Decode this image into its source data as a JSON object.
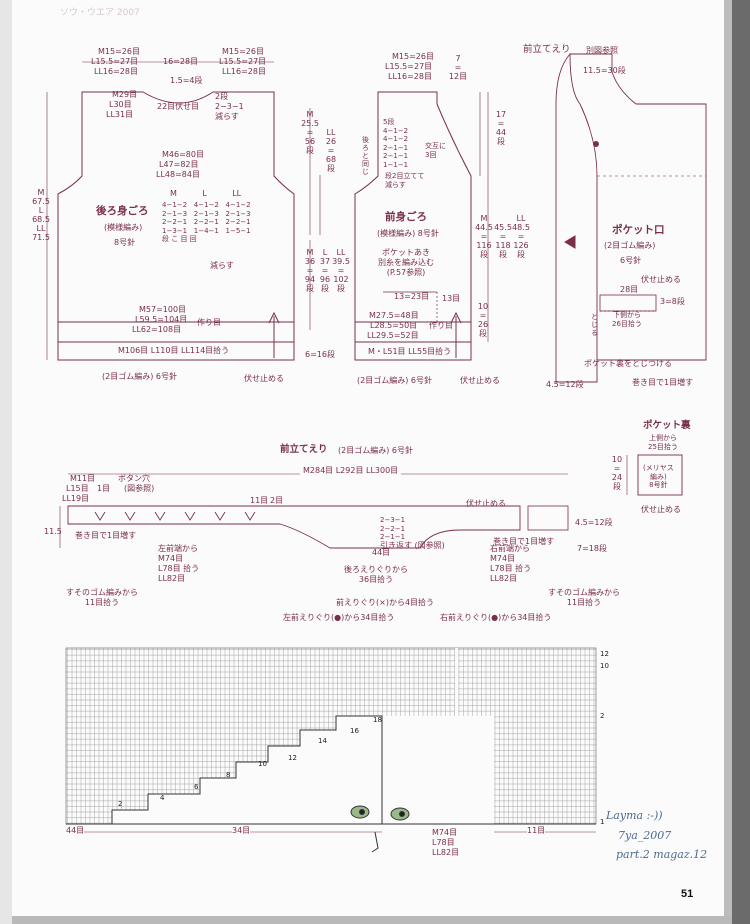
{
  "header_strip": "ソウ・ウエア 2007",
  "back_body": {
    "top_left_m": "M15=26目",
    "top_left_l": "L15.5=27目",
    "top_left_ll": "LL16=28目",
    "top_center": "16=28目",
    "top_right_m": "M15=26目",
    "top_right_l": "L15.5=27目",
    "top_right_ll": "LL16=28目",
    "neck_rows": "1.5=4段",
    "neck_m": "M29目",
    "neck_l": "L30目",
    "neck_ll": "LL31目",
    "neck_bindoff": "22目伏せ目",
    "neck_dec": "2段\n2−3−1\n減らす",
    "chest_m": "M46=80目",
    "chest_l": "L47=82目",
    "chest_ll": "LL48=84目",
    "title": "後ろ身ごろ",
    "pattern": "(模様編み)",
    "needle": "8号針",
    "dec_hdr": "M          L          LL",
    "dec_rows": "4−1−2   4−1−2   4−1−2\n2−1−3   2−1−3   2−1−3\n2−2−1   2−2−1   2−2−1\n1−3−1   1−4−1   1−5−1\n段 こ 目 回",
    "dec_note": "減らす",
    "hem_m": "M57=100目",
    "hem_l": "L59.5=104目",
    "hem_ll": "LL62=108目",
    "make": "作り目",
    "pickup": "M106目 L110目 LL114目拾う",
    "rib": "(2目ゴム編み) 6号針",
    "bindoff": "伏せ止める",
    "height_left": "M\n67.5\nL\n68.5\nLL\n71.5",
    "armhole_m": "M\n25.5\n=\n56\n段",
    "armhole_ll": "LL\n26\n=\n68\n段",
    "side_m": "M\n36\n=\n94\n段",
    "side_l": "L\n37\n=\n96\n段",
    "side_ll": "LL\n39.5\n=\n102\n段",
    "rib_h": "6=16段"
  },
  "front_body": {
    "top_m": "M15=26目",
    "top_l": "L15.5=27目",
    "top_ll": "LL16=28目",
    "top_rows": "7\n=\n12目",
    "neck_note": "5段\n4−1−2\n4−1−2\n2−1−1\n2−1−1\n1−1−1",
    "neck_cross": "交互に\n3回",
    "back_same": "後ろと同じ",
    "neck_lines": "段2目立てて\n減らす",
    "title": "前身ごろ",
    "pattern": "(模様編み) 8号針",
    "pocket": "ポケットあき\n別糸を編み込む\n(P.57参照)",
    "pocket_w": "13=23目",
    "pocket_r": "13目",
    "hem_m": "M27.5=48目",
    "hem_l": "L28.5=50目",
    "hem_ll": "LL29.5=52目",
    "make": "作り目",
    "pickup": "M・L51目 LL55目拾う",
    "rib": "(2目ゴム編み) 6号針",
    "bindoff": "伏せ止める",
    "h17": "17\n=\n44\n段",
    "h_m": "M\n44.5\n=\n116\n段",
    "h_l": "45.5\n=\n118\n段",
    "h_ll": "LL\n48.5\n=\n126\n段",
    "h10": "10\n=\n26\n段"
  },
  "front_band_piece": {
    "title": "前立てえり",
    "ref": "別図参照",
    "rows": "11.5=30段",
    "pocket_title": "ポケット口",
    "pocket_sub": "(2目ゴム編み)",
    "needle": "6号針",
    "bindoff": "伏せ止める",
    "p28": "28目",
    "p_right": "3=8段",
    "pickup_lower": "下側から\n26目拾う",
    "p_make": "とじる",
    "p_back": "ポケット裏をとじつける",
    "p_bottom": "4.5=12段",
    "p_roll": "巻き目で1目増す"
  },
  "pocket_back": {
    "title": "ポケット裏",
    "top": "上側から\n25目拾う",
    "h": "10\n=\n24\n段",
    "body": "(メリヤス\n編み)\n8号針",
    "bindoff": "伏せ止める"
  },
  "band": {
    "title": "前立てえり",
    "sub": "(2目ゴム編み) 6号針",
    "total": "M284目 L292目 LL300目",
    "left_m": "M11目",
    "left_l": "L15目",
    "left_ll": "LL19目",
    "button": "ボタン穴",
    "button_ref": "(図参照)",
    "one": "1目",
    "eleven": "11目",
    "two": "2目",
    "bindoff": "伏せ止める",
    "h_left": "11.5",
    "inc_left": "巻き目で1目増す",
    "center_dec": "2−3−1\n2−2−1\n2−1−1",
    "turn": "引き返す (図参照)",
    "c44": "44目",
    "h_right": "4.5=12段",
    "h_right2": "7=18段",
    "inc_right": "巻き目で1目増す",
    "pick_left": "左前端から\nM74目\nL78目 拾う\nLL82目",
    "pick_right": "右前端から\nM74目\nL78目 拾う\nLL82目",
    "back_neck": "後ろえりぐりから\n36目拾う",
    "rib_left": "すそのゴム編みから\n11目拾う",
    "rib_right": "すそのゴム編みから\n11目拾う",
    "neck_cross": "前えりぐり(×)から4目拾う",
    "left_neck": "左前えりぐり(●)から34目拾う",
    "right_neck": "右前えりぐり(●)から34目拾う"
  },
  "chart": {
    "row_marks": [
      "2",
      "4",
      "6",
      "8",
      "10",
      "12",
      "14",
      "16",
      "18"
    ],
    "right_marks": [
      "12",
      "10",
      "2",
      "1"
    ],
    "bottom_left": "44目",
    "bottom_mid": "34目",
    "bottom_right": "11目",
    "bottom_count": "M74目\nL78目\nLL82目"
  },
  "signature": {
    "line1": "Layma :-))",
    "line2": "7ya_2007",
    "line3": "part.2 magaz.12"
  },
  "page_number": "51"
}
